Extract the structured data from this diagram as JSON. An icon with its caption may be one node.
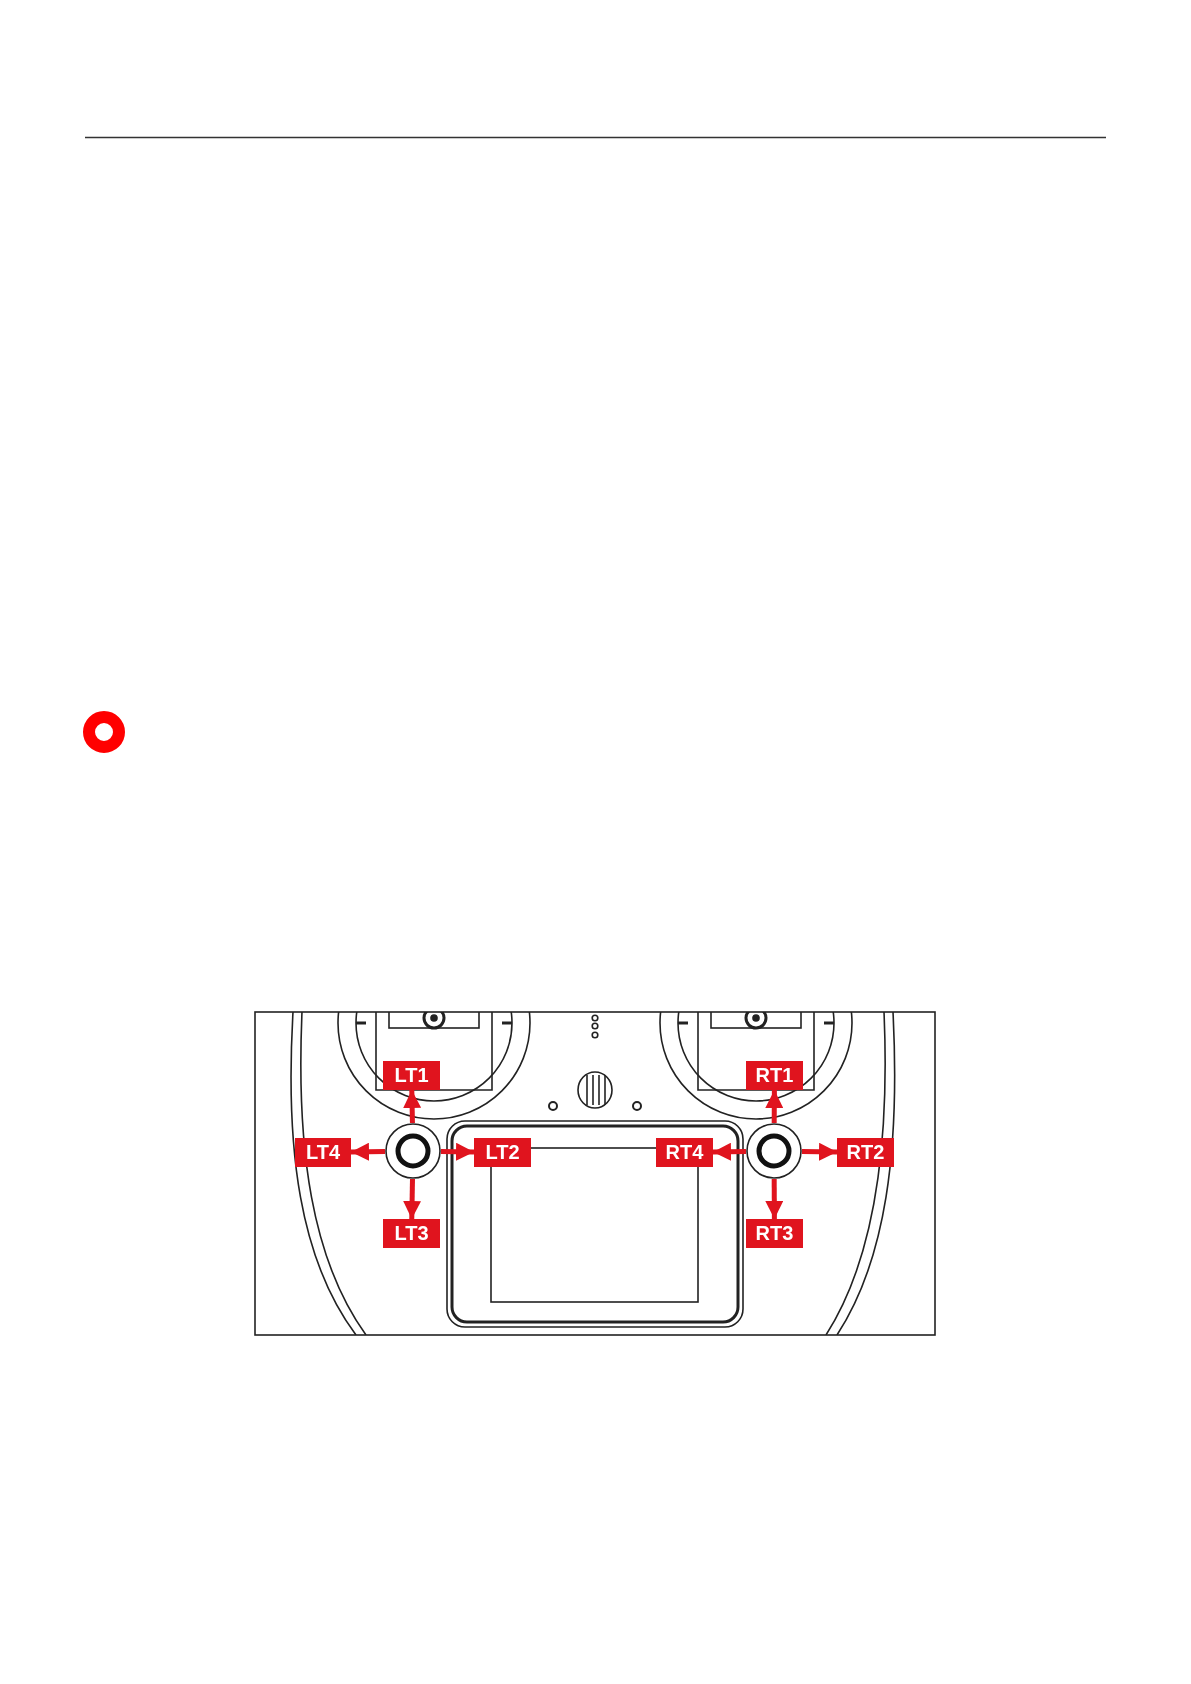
{
  "diagram": {
    "nodes": [
      {
        "text": [],
        "shape": "circle"
      },
      {
        "text": [],
        "shape": "circle"
      },
      {
        "text": [
          "LT1"
        ]
      },
      {
        "text": [
          "LT4"
        ]
      },
      {
        "text": [
          "LT2"
        ]
      },
      {
        "text": [
          "LT3"
        ]
      },
      {
        "text": [
          "RT1"
        ]
      },
      {
        "text": [
          "RT4"
        ]
      },
      {
        "text": [
          "RT2"
        ]
      },
      {
        "text": [
          "RT3"
        ]
      }
    ],
    "edges": [
      {
        "from": 0,
        "to": 2,
        "arrow": "to"
      },
      {
        "from": 0,
        "to": 3,
        "arrow": "to"
      },
      {
        "from": 0,
        "to": 4,
        "arrow": "to"
      },
      {
        "from": 0,
        "to": 5,
        "arrow": "to"
      },
      {
        "from": 1,
        "to": 6,
        "arrow": "to"
      },
      {
        "from": 1,
        "to": 7,
        "arrow": "to"
      },
      {
        "from": 1,
        "to": 8,
        "arrow": "to"
      },
      {
        "from": 1,
        "to": 9,
        "arrow": "to"
      }
    ]
  }
}
